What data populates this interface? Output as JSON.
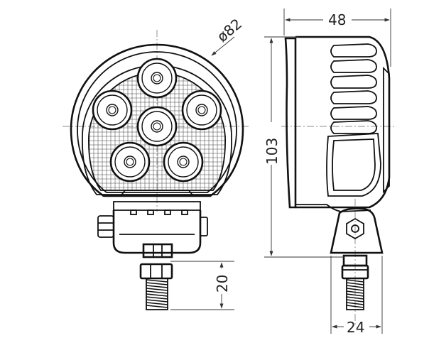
{
  "drawing": {
    "dimensions": {
      "diameter": "ø82",
      "depth": "48",
      "height": "103",
      "stud_length": "20",
      "bracket_width": "24"
    },
    "colors": {
      "line": "#111111",
      "dimension": "#333333",
      "background": "#ffffff"
    },
    "led_count": 6
  }
}
